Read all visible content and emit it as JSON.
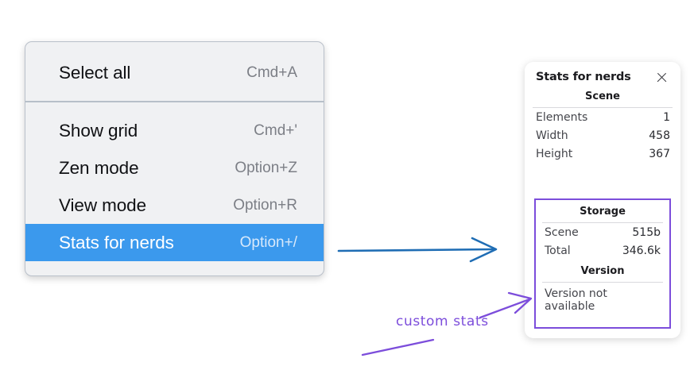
{
  "context_menu": {
    "name": "context-menu",
    "groups": [
      {
        "items": [
          {
            "label": "Select all",
            "shortcut": "Cmd+A",
            "selected": false
          }
        ]
      },
      {
        "items": [
          {
            "label": "Show grid",
            "shortcut": "Cmd+'",
            "selected": false
          },
          {
            "label": "Zen mode",
            "shortcut": "Option+Z",
            "selected": false
          },
          {
            "label": "View mode",
            "shortcut": "Option+R",
            "selected": false
          },
          {
            "label": "Stats for nerds",
            "shortcut": "Option+/",
            "selected": true
          }
        ]
      }
    ],
    "highlight_color": "#3b99ed"
  },
  "stats_panel": {
    "title": "Stats for nerds",
    "close_icon": "close-icon",
    "scene": {
      "heading": "Scene",
      "rows": [
        {
          "label": "Elements",
          "value": "1"
        },
        {
          "label": "Width",
          "value": "458"
        },
        {
          "label": "Height",
          "value": "367"
        }
      ]
    },
    "storage": {
      "heading": "Storage",
      "rows": [
        {
          "label": "Scene",
          "value": "515b"
        },
        {
          "label": "Total",
          "value": "346.6k"
        }
      ]
    },
    "version": {
      "heading": "Version",
      "text": "Version not available"
    },
    "highlight_box_color": "#7c4ddb"
  },
  "annotations": {
    "custom_stats_label": "custom stats",
    "arrow_blue_color": "#1f6db4",
    "arrow_purple_color": "#7c4ddb"
  }
}
